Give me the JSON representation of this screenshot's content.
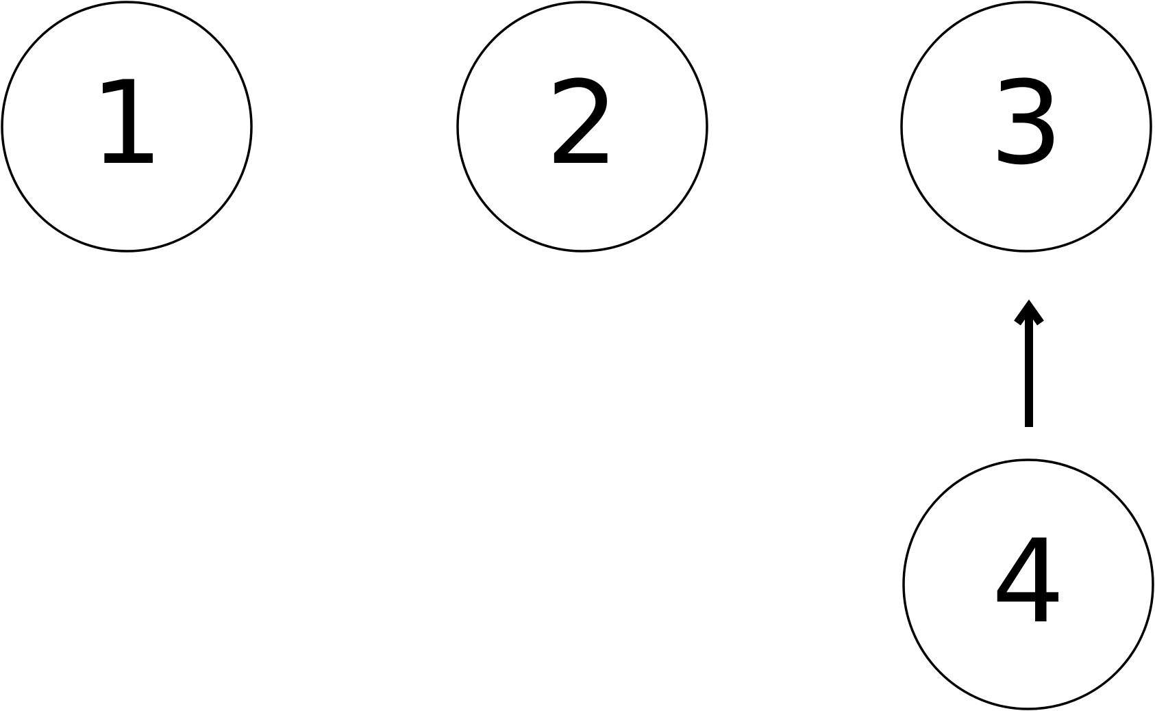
{
  "diagram": {
    "nodes": [
      {
        "id": "n1",
        "label": "1"
      },
      {
        "id": "n2",
        "label": "2"
      },
      {
        "id": "n3",
        "label": "3"
      },
      {
        "id": "n4",
        "label": "4"
      }
    ],
    "edges": [
      {
        "from": "n4",
        "to": "n3",
        "directed": true
      }
    ],
    "colors": {
      "stroke": "#000000",
      "fill": "#ffffff",
      "text": "#000000"
    }
  }
}
